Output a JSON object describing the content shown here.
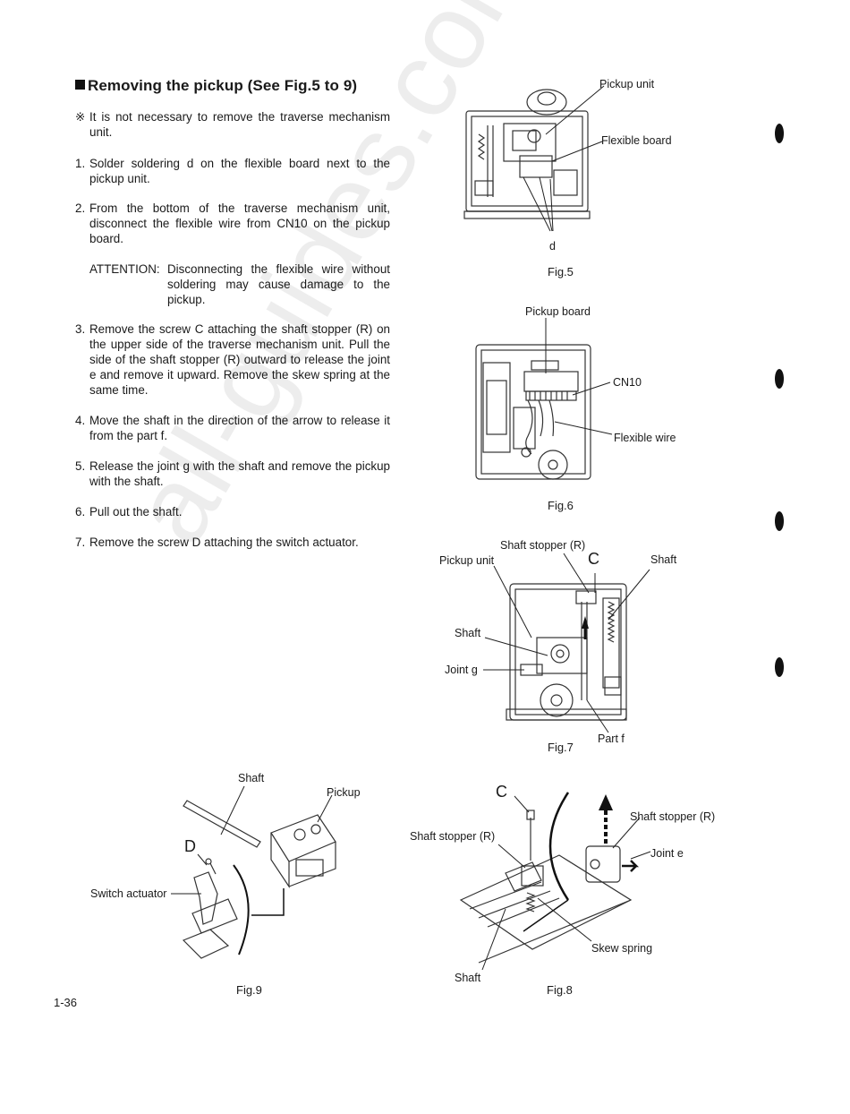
{
  "heading": "Removing the pickup  (See Fig.5 to 9)",
  "note": {
    "mark": "※",
    "text": "It is not necessary to remove the traverse mechanism unit."
  },
  "steps": [
    {
      "num": "1.",
      "text": "Solder soldering d on the flexible board next to the pickup unit."
    },
    {
      "num": "2.",
      "text": "From the bottom of the traverse mechanism unit, disconnect the flexible wire from CN10 on the pickup board."
    },
    {
      "num": "3.",
      "text": "Remove the screw C  attaching the shaft stopper (R) on the upper side of the traverse mechanism unit. Pull the side of the shaft stopper (R) outward to release the joint e and remove it upward. Remove the skew spring at the same time."
    },
    {
      "num": "4.",
      "text": "Move the shaft in the direction of the arrow to release it from the part f."
    },
    {
      "num": "5.",
      "text": "Release the joint g with the shaft and remove the pickup with the shaft."
    },
    {
      "num": "6.",
      "text": "Pull out the shaft."
    },
    {
      "num": "7.",
      "text": "Remove the screw D  attaching the switch actuator."
    }
  ],
  "attention": {
    "label": "ATTENTION:",
    "text": "Disconnecting the flexible wire without soldering may cause damage to the pickup."
  },
  "fig5": {
    "caption": "Fig.5",
    "labels": {
      "pickup_unit": "Pickup unit",
      "flexible_board": "Flexible board",
      "d": "d"
    }
  },
  "fig6": {
    "caption": "Fig.6",
    "labels": {
      "pickup_board": "Pickup board",
      "cn10": "CN10",
      "flexible_wire": "Flexible wire"
    }
  },
  "fig7": {
    "caption": "Fig.7",
    "labels": {
      "shaft_stopper": "Shaft stopper (R)",
      "pickup_unit": "Pickup unit",
      "c": "C",
      "shaft_right": "Shaft",
      "shaft_left": "Shaft",
      "joint_g": "Joint g",
      "part_f": "Part f"
    }
  },
  "fig8": {
    "caption": "Fig.8",
    "labels": {
      "c": "C",
      "shaft_stopper_left": "Shaft stopper (R)",
      "shaft_stopper_right": "Shaft stopper (R)",
      "joint_e": "Joint e",
      "skew_spring": "Skew spring",
      "shaft": "Shaft"
    }
  },
  "fig9": {
    "caption": "Fig.9",
    "labels": {
      "shaft": "Shaft",
      "pickup": "Pickup",
      "d": "D",
      "switch_actuator": "Switch actuator"
    }
  },
  "page_number": "1-36",
  "watermark": "all-guides.com"
}
